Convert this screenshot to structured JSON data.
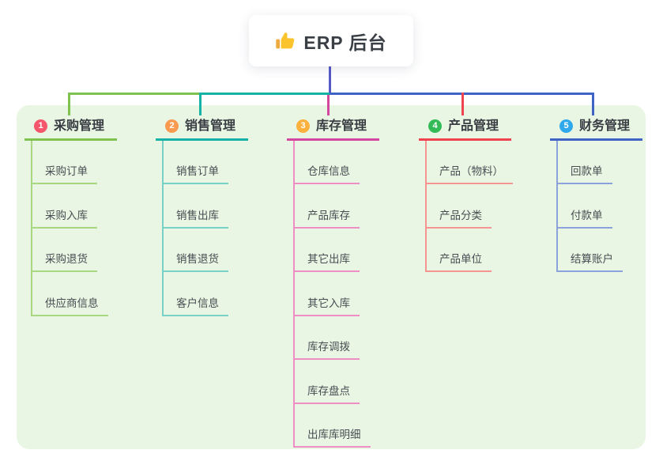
{
  "root": {
    "title": "ERP 后台",
    "icon": "thumbs-up-icon",
    "card_bg": "#ffffff",
    "line_color": "#5659c8"
  },
  "panel": {
    "bg_color": "#e9f6e3"
  },
  "branches": [
    {
      "index": "1",
      "title": "采购管理",
      "badge_color": "#f4566c",
      "line_color": "#7ec24f",
      "child_line_color": "#a9d77f",
      "children": [
        "采购订单",
        "采购入库",
        "采购退货",
        "供应商信息"
      ]
    },
    {
      "index": "2",
      "title": "销售管理",
      "badge_color": "#fb9b51",
      "line_color": "#16b2a6",
      "child_line_color": "#79d0c6",
      "children": [
        "销售订单",
        "销售出库",
        "销售退货",
        "客户信息"
      ]
    },
    {
      "index": "3",
      "title": "库存管理",
      "badge_color": "#fbb13c",
      "line_color": "#d4479e",
      "child_line_color": "#ee8ec4",
      "children": [
        "仓库信息",
        "产品库存",
        "其它出库",
        "其它入库",
        "库存调拨",
        "库存盘点",
        "出库库明细"
      ]
    },
    {
      "index": "4",
      "title": "产品管理",
      "badge_color": "#34bb58",
      "line_color": "#f04350",
      "child_line_color": "#f59490",
      "children": [
        "产品（物料）",
        "产品分类",
        "产品单位"
      ]
    },
    {
      "index": "5",
      "title": "财务管理",
      "badge_color": "#2fa9ec",
      "line_color": "#4064c6",
      "child_line_color": "#8ca2db",
      "children": [
        "回款单",
        "付款单",
        "结算账户"
      ]
    }
  ]
}
